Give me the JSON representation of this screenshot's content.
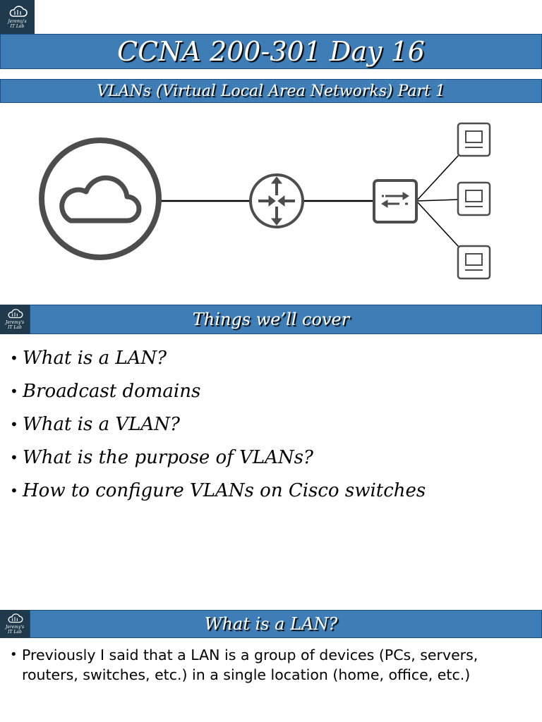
{
  "logo": {
    "text": "Jeremy's\nIT Lab",
    "icon": "cloud-circuit-icon"
  },
  "title": "CCNA 200-301 Day 16",
  "subtitle": "VLANs (Virtual Local Area Networks) Part 1",
  "diagram": {
    "nodes": [
      "cloud-icon",
      "router-icon",
      "switch-icon",
      "pc-icon",
      "pc-icon",
      "pc-icon"
    ]
  },
  "section1": {
    "heading": "Things we’ll cover",
    "items": [
      "What is a LAN?",
      "Broadcast domains",
      "What is a VLAN?",
      "What is the purpose of VLANs?",
      "How to configure VLANs on Cisco switches"
    ]
  },
  "section2": {
    "heading": "What is a LAN?",
    "paragraph": "Previously I said that a LAN is a group of devices (PCs, servers, routers, switches, etc.) in a single location (home, office, etc.)"
  },
  "colors": {
    "bar": "#3f7db6",
    "bar_border": "#1d4f80",
    "logo_bg": "#1f3a4d",
    "icon_stroke": "#4d4d4d"
  }
}
